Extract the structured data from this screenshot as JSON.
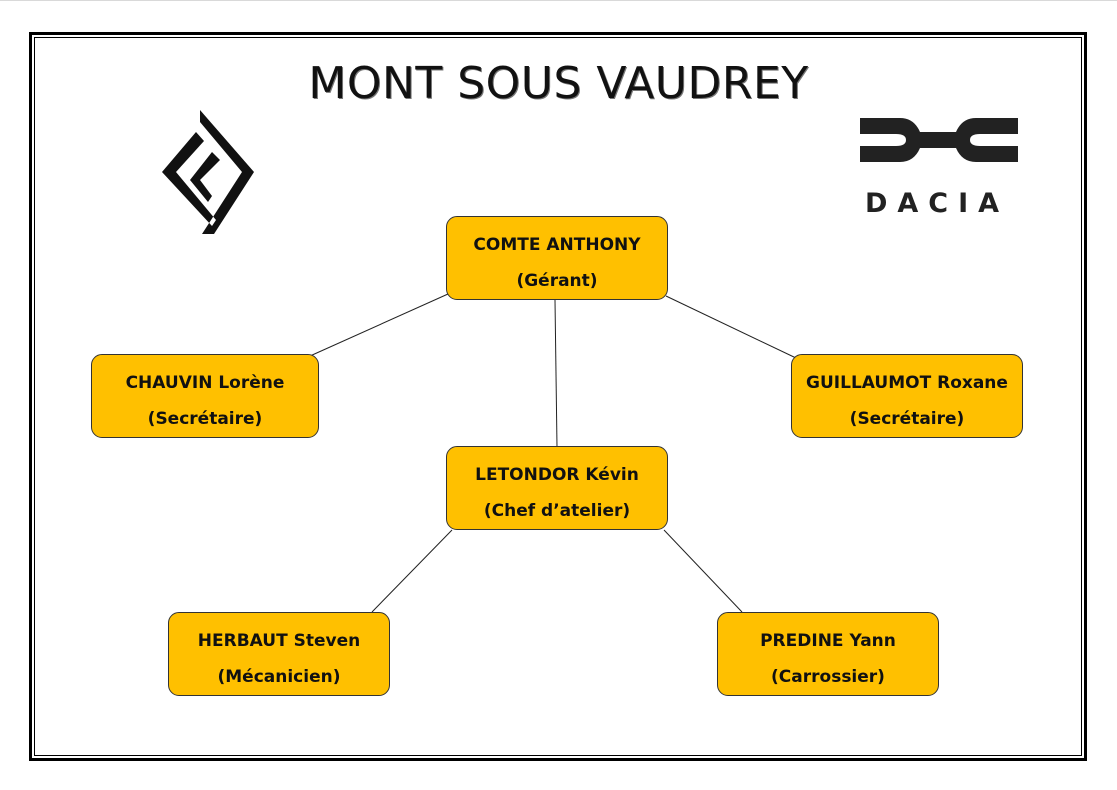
{
  "title": "MONT SOUS VAUDREY",
  "logos": {
    "left": {
      "icon": "renault-diamond-logo-icon"
    },
    "right": {
      "icon": "dacia-logo-icon",
      "wordmark": "DACIA"
    }
  },
  "colors": {
    "node_fill": "#ffc000",
    "node_border": "#333333",
    "line": "#222222"
  },
  "nodes": {
    "comte": {
      "name": "COMTE ANTHONY",
      "role": "(Gérant)"
    },
    "chauvin": {
      "name": "CHAUVIN Lorène",
      "role": "(Secrétaire)"
    },
    "guillaumot": {
      "name": "GUILLAUMOT Roxane",
      "role": "(Secrétaire)"
    },
    "letondor": {
      "name": "LETONDOR Kévin",
      "role": "(Chef d’atelier)"
    },
    "herbaut": {
      "name": "HERBAUT Steven",
      "role": "(Mécanicien)"
    },
    "predine": {
      "name": "PREDINE Yann",
      "role": "(Carrossier)"
    }
  },
  "edges": [
    [
      "comte",
      "chauvin"
    ],
    [
      "comte",
      "guillaumot"
    ],
    [
      "comte",
      "letondor"
    ],
    [
      "letondor",
      "herbaut"
    ],
    [
      "letondor",
      "predine"
    ]
  ]
}
